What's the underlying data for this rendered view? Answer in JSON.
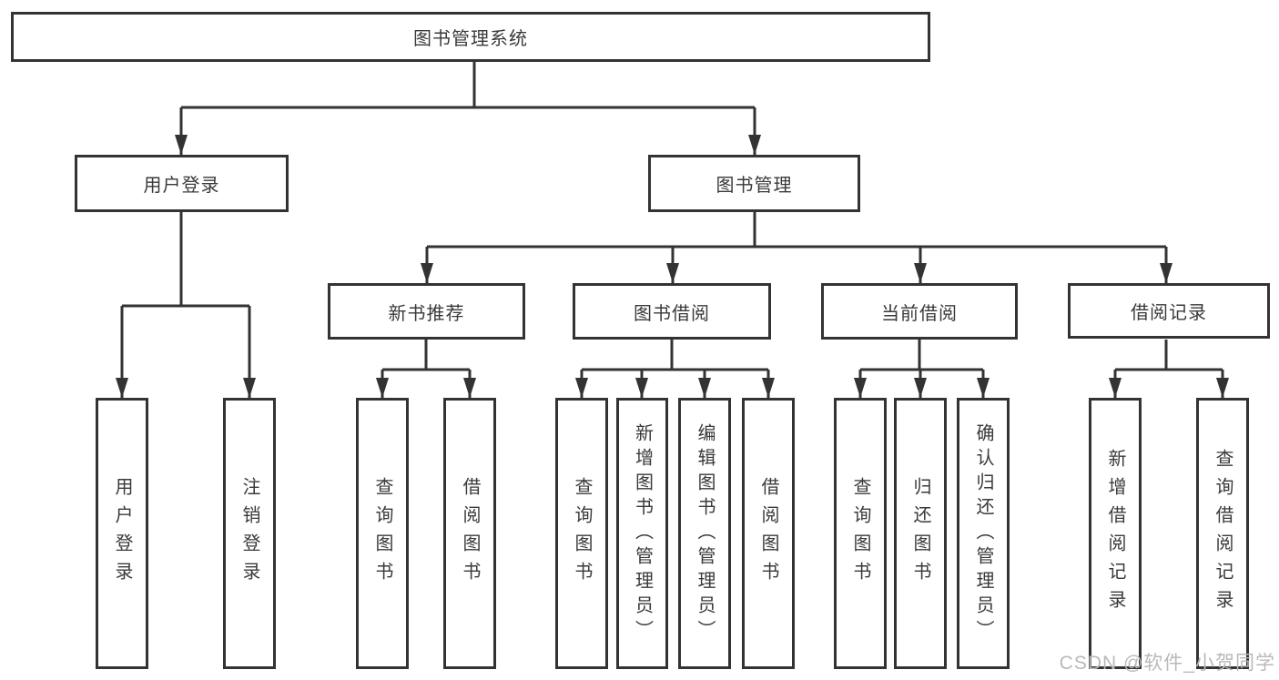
{
  "watermark": "CSDN @软件_小贺同学",
  "nodes": {
    "root": "图书管理系统",
    "user_login": "用户登录",
    "book_mgmt": "图书管理",
    "new_books": "新书推荐",
    "book_borrow": "图书借阅",
    "current_borrow": "当前借阅",
    "borrow_records": "借阅记录",
    "leaf_login": "用户登录",
    "leaf_logout": "注销登录",
    "leaf_nb_query": "查询图书",
    "leaf_nb_borrow": "借阅图书",
    "leaf_bb_query": "查询图书",
    "leaf_bb_add": "新增图书（管理员）",
    "leaf_bb_edit": "编辑图书（管理员）",
    "leaf_bb_borrow": "借阅图书",
    "leaf_cb_query": "查询图书",
    "leaf_cb_return": "归还图书",
    "leaf_cb_confirm": "确认归还（管理员）",
    "leaf_br_add": "新增借阅记录",
    "leaf_br_query": "查询借阅记录"
  }
}
